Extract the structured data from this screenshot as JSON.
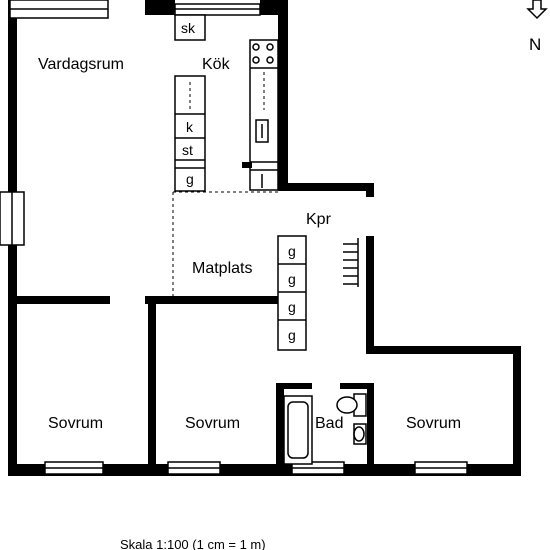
{
  "compass": {
    "north": "N"
  },
  "rooms": {
    "living": "Vardagsrum",
    "kitchen": "Kök",
    "dining": "Matplats",
    "corridor": "Kpr",
    "bedroom_1": "Sovrum",
    "bedroom_2": "Sovrum",
    "bedroom_3": "Sovrum",
    "bathroom": "Bad"
  },
  "fixtures": {
    "cabinet_top": "sk",
    "fridge": "k",
    "stove_cab": "st",
    "kitchen_wardrobe": "g",
    "wardrobes": [
      "g",
      "g",
      "g",
      "g"
    ]
  },
  "scale_text": "Skala 1:100 (1 cm = 1 m)"
}
